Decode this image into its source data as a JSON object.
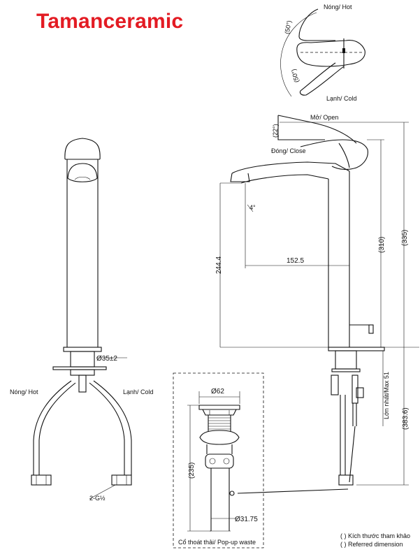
{
  "brand": {
    "name": "Tamanceramic",
    "color": "#e31b23"
  },
  "handle_top_view": {
    "hot_label": "Nóng/ Hot",
    "cold_label": "Lạnh/ Cold",
    "angle_hot": "(50°)",
    "angle_cold": "(50°)"
  },
  "side_view": {
    "open_label": "Mở/ Open",
    "close_label": "Đóng/ Close",
    "angle_open": "(22°)",
    "spout_angle": "4°",
    "spout_reach": "152.5",
    "spout_height": "244.4",
    "height_inner": "(310)",
    "height_total": "(335)",
    "max_thickness": "Lớn nhất/Max 51",
    "below_height": "(383.6)"
  },
  "front_view": {
    "base_diameter": "Ø35±2",
    "hot_label": "Nóng/ Hot",
    "cold_label": "Lạnh/ Cold",
    "thread": "2-G½"
  },
  "popup_waste": {
    "top_diameter": "Ø62",
    "height": "(235)",
    "bottom_diameter": "Ø31.75",
    "caption": "Cổ thoát thải/ Pop-up waste"
  },
  "notes": {
    "ref_vi": "( ) Kích thước tham khảo",
    "ref_en": "( ) Referred dimension"
  }
}
